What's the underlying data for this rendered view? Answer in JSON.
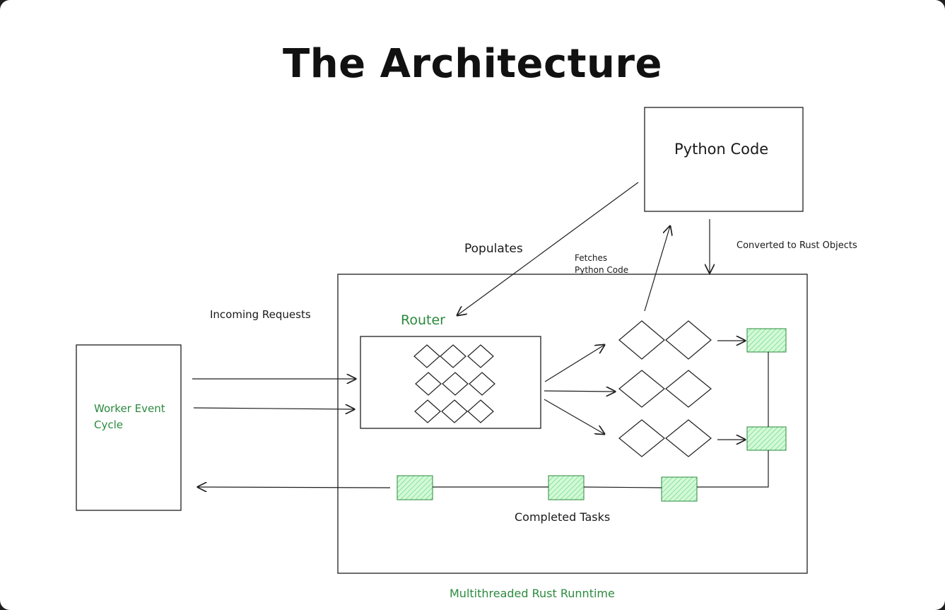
{
  "title": "The Architecture",
  "labels": {
    "python_code": "Python Code",
    "populates": "Populates",
    "fetches_line1": "Fetches",
    "fetches_line2": "Python Code",
    "converted": "Converted to Rust Objects",
    "incoming_requests": "Incoming Requests",
    "router": "Router",
    "worker_line1": "Worker Event",
    "worker_line2": "Cycle",
    "completed_tasks": "Completed Tasks",
    "runtime": "Multithreaded Rust Runntime"
  },
  "colors": {
    "accent_green": "#2b8a3e",
    "task_fill": "#b2f2bb",
    "stroke": "#1e1e1e"
  }
}
